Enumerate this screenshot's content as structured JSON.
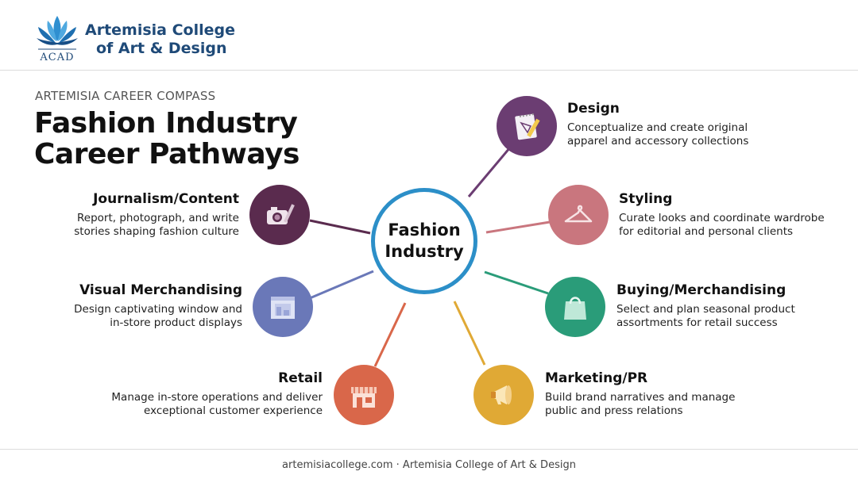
{
  "header": {
    "brand_line1": "Artemisia College",
    "brand_line2": "of Art & Design",
    "logo_text": "ACAD",
    "logo_icon": "lotus-swan-icon"
  },
  "eyebrow": "ARTEMISIA CAREER COMPASS",
  "title": {
    "line1": "Fashion Industry",
    "line2": "Career Pathways"
  },
  "hub": {
    "label": "Fashion Industry",
    "color": "#2c8fc8"
  },
  "pathways": [
    {
      "id": "design",
      "title": "Design",
      "desc1": "Conceptualize and create original",
      "desc2": "apparel and accessory collections",
      "color": "#6b3d72",
      "icon": "sketchpad-pencil-icon"
    },
    {
      "id": "styling",
      "title": "Styling",
      "desc1": "Curate looks and coordinate wardrobe",
      "desc2": "for editorial and personal clients",
      "color": "#c9767e",
      "icon": "hanger-icon"
    },
    {
      "id": "buying",
      "title": "Buying/Merchandising",
      "desc1": "Select and plan seasonal product",
      "desc2": "assortments for retail success",
      "color": "#2a9c79",
      "icon": "shopping-bag-icon"
    },
    {
      "id": "marketing",
      "title": "Marketing/PR",
      "desc1": "Build brand narratives and manage",
      "desc2": "public and press relations",
      "color": "#e0a935",
      "icon": "megaphone-icon"
    },
    {
      "id": "retail",
      "title": "Retail",
      "desc1": "Manage in-store operations and deliver",
      "desc2": "exceptional customer experience",
      "color": "#d9674a",
      "icon": "storefront-icon"
    },
    {
      "id": "visual",
      "title": "Visual Merchandising",
      "desc1": "Design captivating window and",
      "desc2": "in-store product displays",
      "color": "#6a78b8",
      "icon": "display-window-icon"
    },
    {
      "id": "journalism",
      "title": "Journalism/Content",
      "desc1": "Report, photograph, and write",
      "desc2": "stories shaping fashion culture",
      "color": "#5a2b4e",
      "icon": "camera-pen-icon"
    }
  ],
  "footer": "artemisiacollege.com · Artemisia College of Art & Design"
}
